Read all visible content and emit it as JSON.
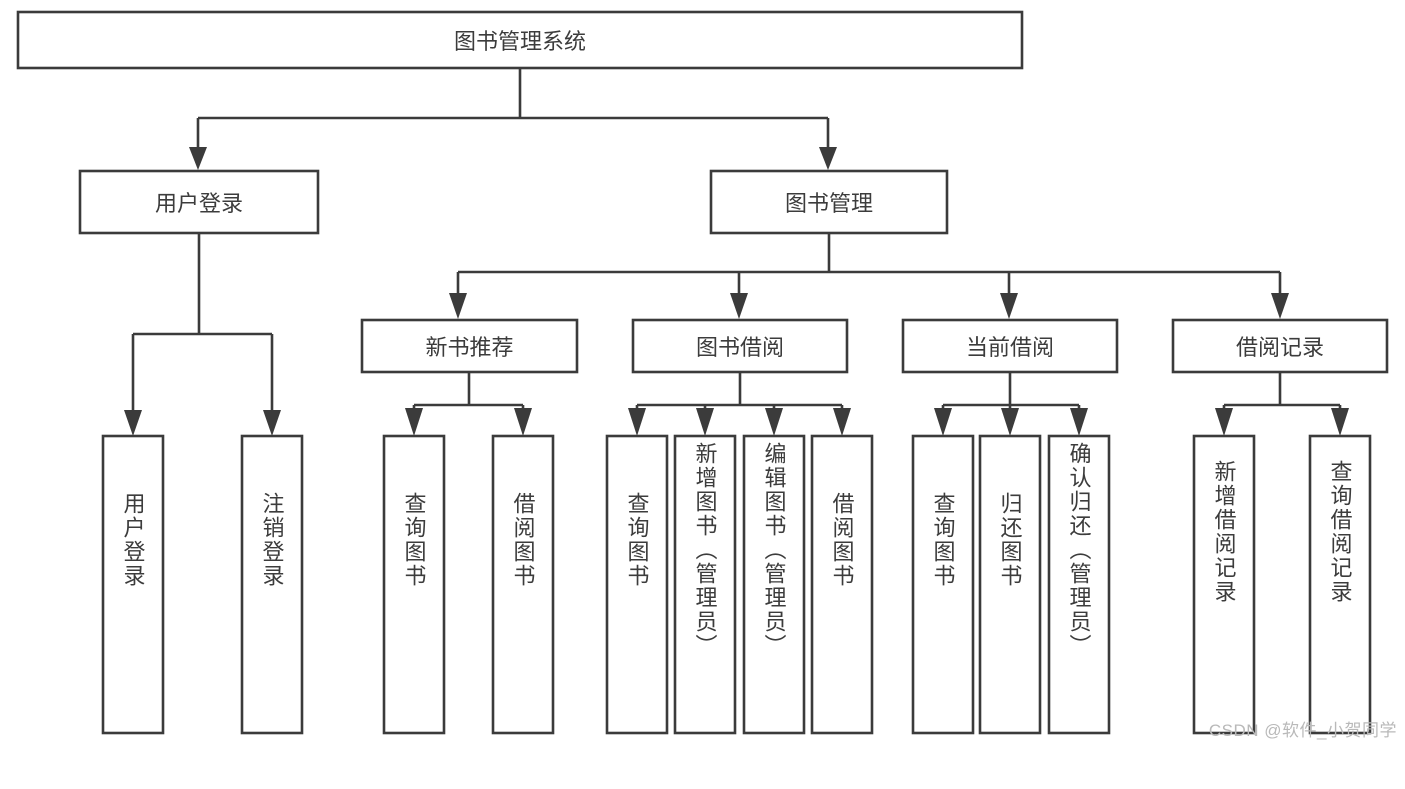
{
  "diagram": {
    "type": "hierarchy-tree",
    "title": "图书管理系统",
    "orientation": "top-down",
    "colors": {
      "box_stroke": "#3b3b3b",
      "box_fill": "#ffffff",
      "text": "#3c3c3c",
      "background": "#ffffff",
      "watermark": "#b9b9b9"
    },
    "nodes": {
      "root": {
        "label": "图书管理系统"
      },
      "level2": [
        {
          "label": "用户登录"
        },
        {
          "label": "图书管理"
        }
      ],
      "level3": [
        {
          "label": "新书推荐"
        },
        {
          "label": "图书借阅"
        },
        {
          "label": "当前借阅"
        },
        {
          "label": "借阅记录"
        }
      ],
      "leaves": [
        {
          "label": "用户登录",
          "parent": "用户登录"
        },
        {
          "label": "注销登录",
          "parent": "用户登录"
        },
        {
          "label": "查询图书",
          "parent": "新书推荐"
        },
        {
          "label": "借阅图书",
          "parent": "新书推荐"
        },
        {
          "label": "查询图书",
          "parent": "图书借阅"
        },
        {
          "label": "新增图书（管理员）",
          "parent": "图书借阅"
        },
        {
          "label": "编辑图书（管理员）",
          "parent": "图书借阅"
        },
        {
          "label": "借阅图书",
          "parent": "图书借阅"
        },
        {
          "label": "查询图书",
          "parent": "当前借阅"
        },
        {
          "label": "归还图书",
          "parent": "当前借阅"
        },
        {
          "label": "确认归还（管理员）",
          "parent": "当前借阅"
        },
        {
          "label": "新增借阅记录",
          "parent": "借阅记录"
        },
        {
          "label": "查询借阅记录",
          "parent": "借阅记录"
        }
      ]
    }
  },
  "watermark": {
    "text": "CSDN @软件_小贺同学"
  }
}
